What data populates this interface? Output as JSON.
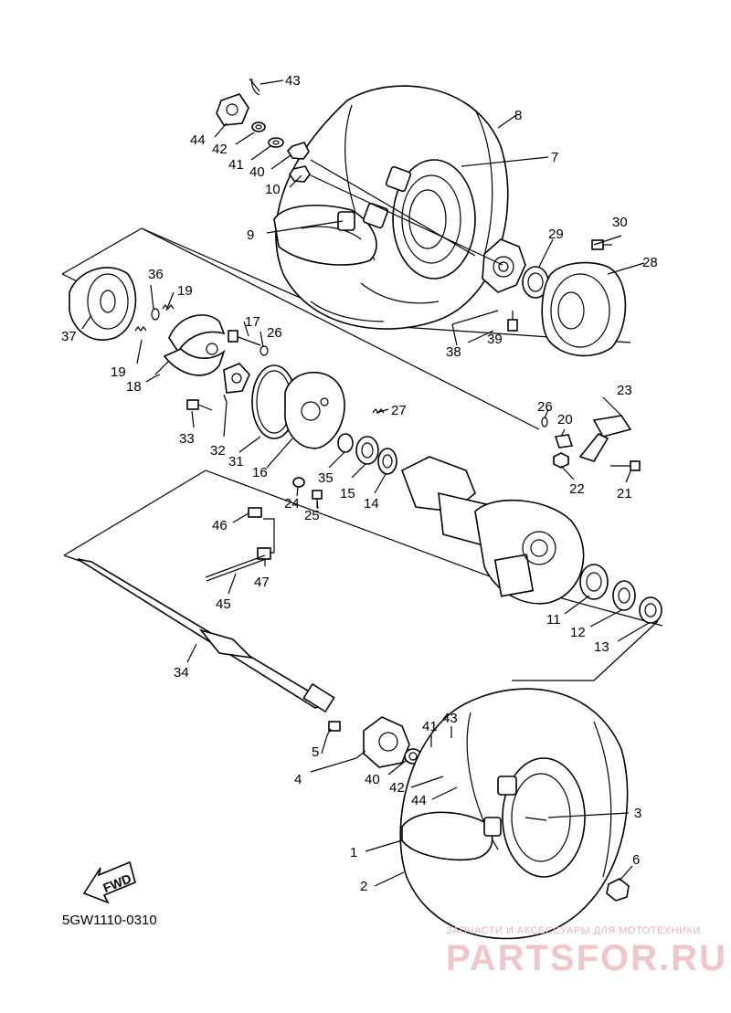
{
  "diagram": {
    "part_code": "5GW1110-0310",
    "fwd_label": "FWD",
    "watermark_caption": "ЗАПЧАСТИ И АКСЕССУАРЫ ДЛЯ МОТОТЕХНИКИ",
    "watermark_brand": "PARTSFOR.RU",
    "callouts": [
      {
        "id": "c43a",
        "label": "43"
      },
      {
        "id": "c8",
        "label": "8"
      },
      {
        "id": "c44a",
        "label": "44"
      },
      {
        "id": "c42a",
        "label": "42"
      },
      {
        "id": "c41a",
        "label": "41"
      },
      {
        "id": "c40a",
        "label": "40"
      },
      {
        "id": "c7",
        "label": "7"
      },
      {
        "id": "c10",
        "label": "10"
      },
      {
        "id": "c9",
        "label": "9"
      },
      {
        "id": "c30",
        "label": "30"
      },
      {
        "id": "c29",
        "label": "29"
      },
      {
        "id": "c28",
        "label": "28"
      },
      {
        "id": "c36",
        "label": "36"
      },
      {
        "id": "c19a",
        "label": "19"
      },
      {
        "id": "c17",
        "label": "17"
      },
      {
        "id": "c26a",
        "label": "26"
      },
      {
        "id": "c38",
        "label": "38"
      },
      {
        "id": "c39",
        "label": "39"
      },
      {
        "id": "c37",
        "label": "37"
      },
      {
        "id": "c19b",
        "label": "19"
      },
      {
        "id": "c18",
        "label": "18"
      },
      {
        "id": "c27",
        "label": "27"
      },
      {
        "id": "c23",
        "label": "23"
      },
      {
        "id": "c26b",
        "label": "26"
      },
      {
        "id": "c20",
        "label": "20"
      },
      {
        "id": "c33",
        "label": "33"
      },
      {
        "id": "c32",
        "label": "32"
      },
      {
        "id": "c31",
        "label": "31"
      },
      {
        "id": "c16",
        "label": "16"
      },
      {
        "id": "c35",
        "label": "35"
      },
      {
        "id": "c15",
        "label": "15"
      },
      {
        "id": "c14",
        "label": "14"
      },
      {
        "id": "c22",
        "label": "22"
      },
      {
        "id": "c21",
        "label": "21"
      },
      {
        "id": "c24",
        "label": "24"
      },
      {
        "id": "c25",
        "label": "25"
      },
      {
        "id": "c46",
        "label": "46"
      },
      {
        "id": "c47",
        "label": "47"
      },
      {
        "id": "c45",
        "label": "45"
      },
      {
        "id": "c11",
        "label": "11"
      },
      {
        "id": "c12",
        "label": "12"
      },
      {
        "id": "c13",
        "label": "13"
      },
      {
        "id": "c34",
        "label": "34"
      },
      {
        "id": "c43b",
        "label": "43"
      },
      {
        "id": "c41b",
        "label": "41"
      },
      {
        "id": "c5",
        "label": "5"
      },
      {
        "id": "c4",
        "label": "4"
      },
      {
        "id": "c40b",
        "label": "40"
      },
      {
        "id": "c42b",
        "label": "42"
      },
      {
        "id": "c44b",
        "label": "44"
      },
      {
        "id": "c3",
        "label": "3"
      },
      {
        "id": "c1",
        "label": "1"
      },
      {
        "id": "c6",
        "label": "6"
      },
      {
        "id": "c2",
        "label": "2"
      }
    ]
  }
}
